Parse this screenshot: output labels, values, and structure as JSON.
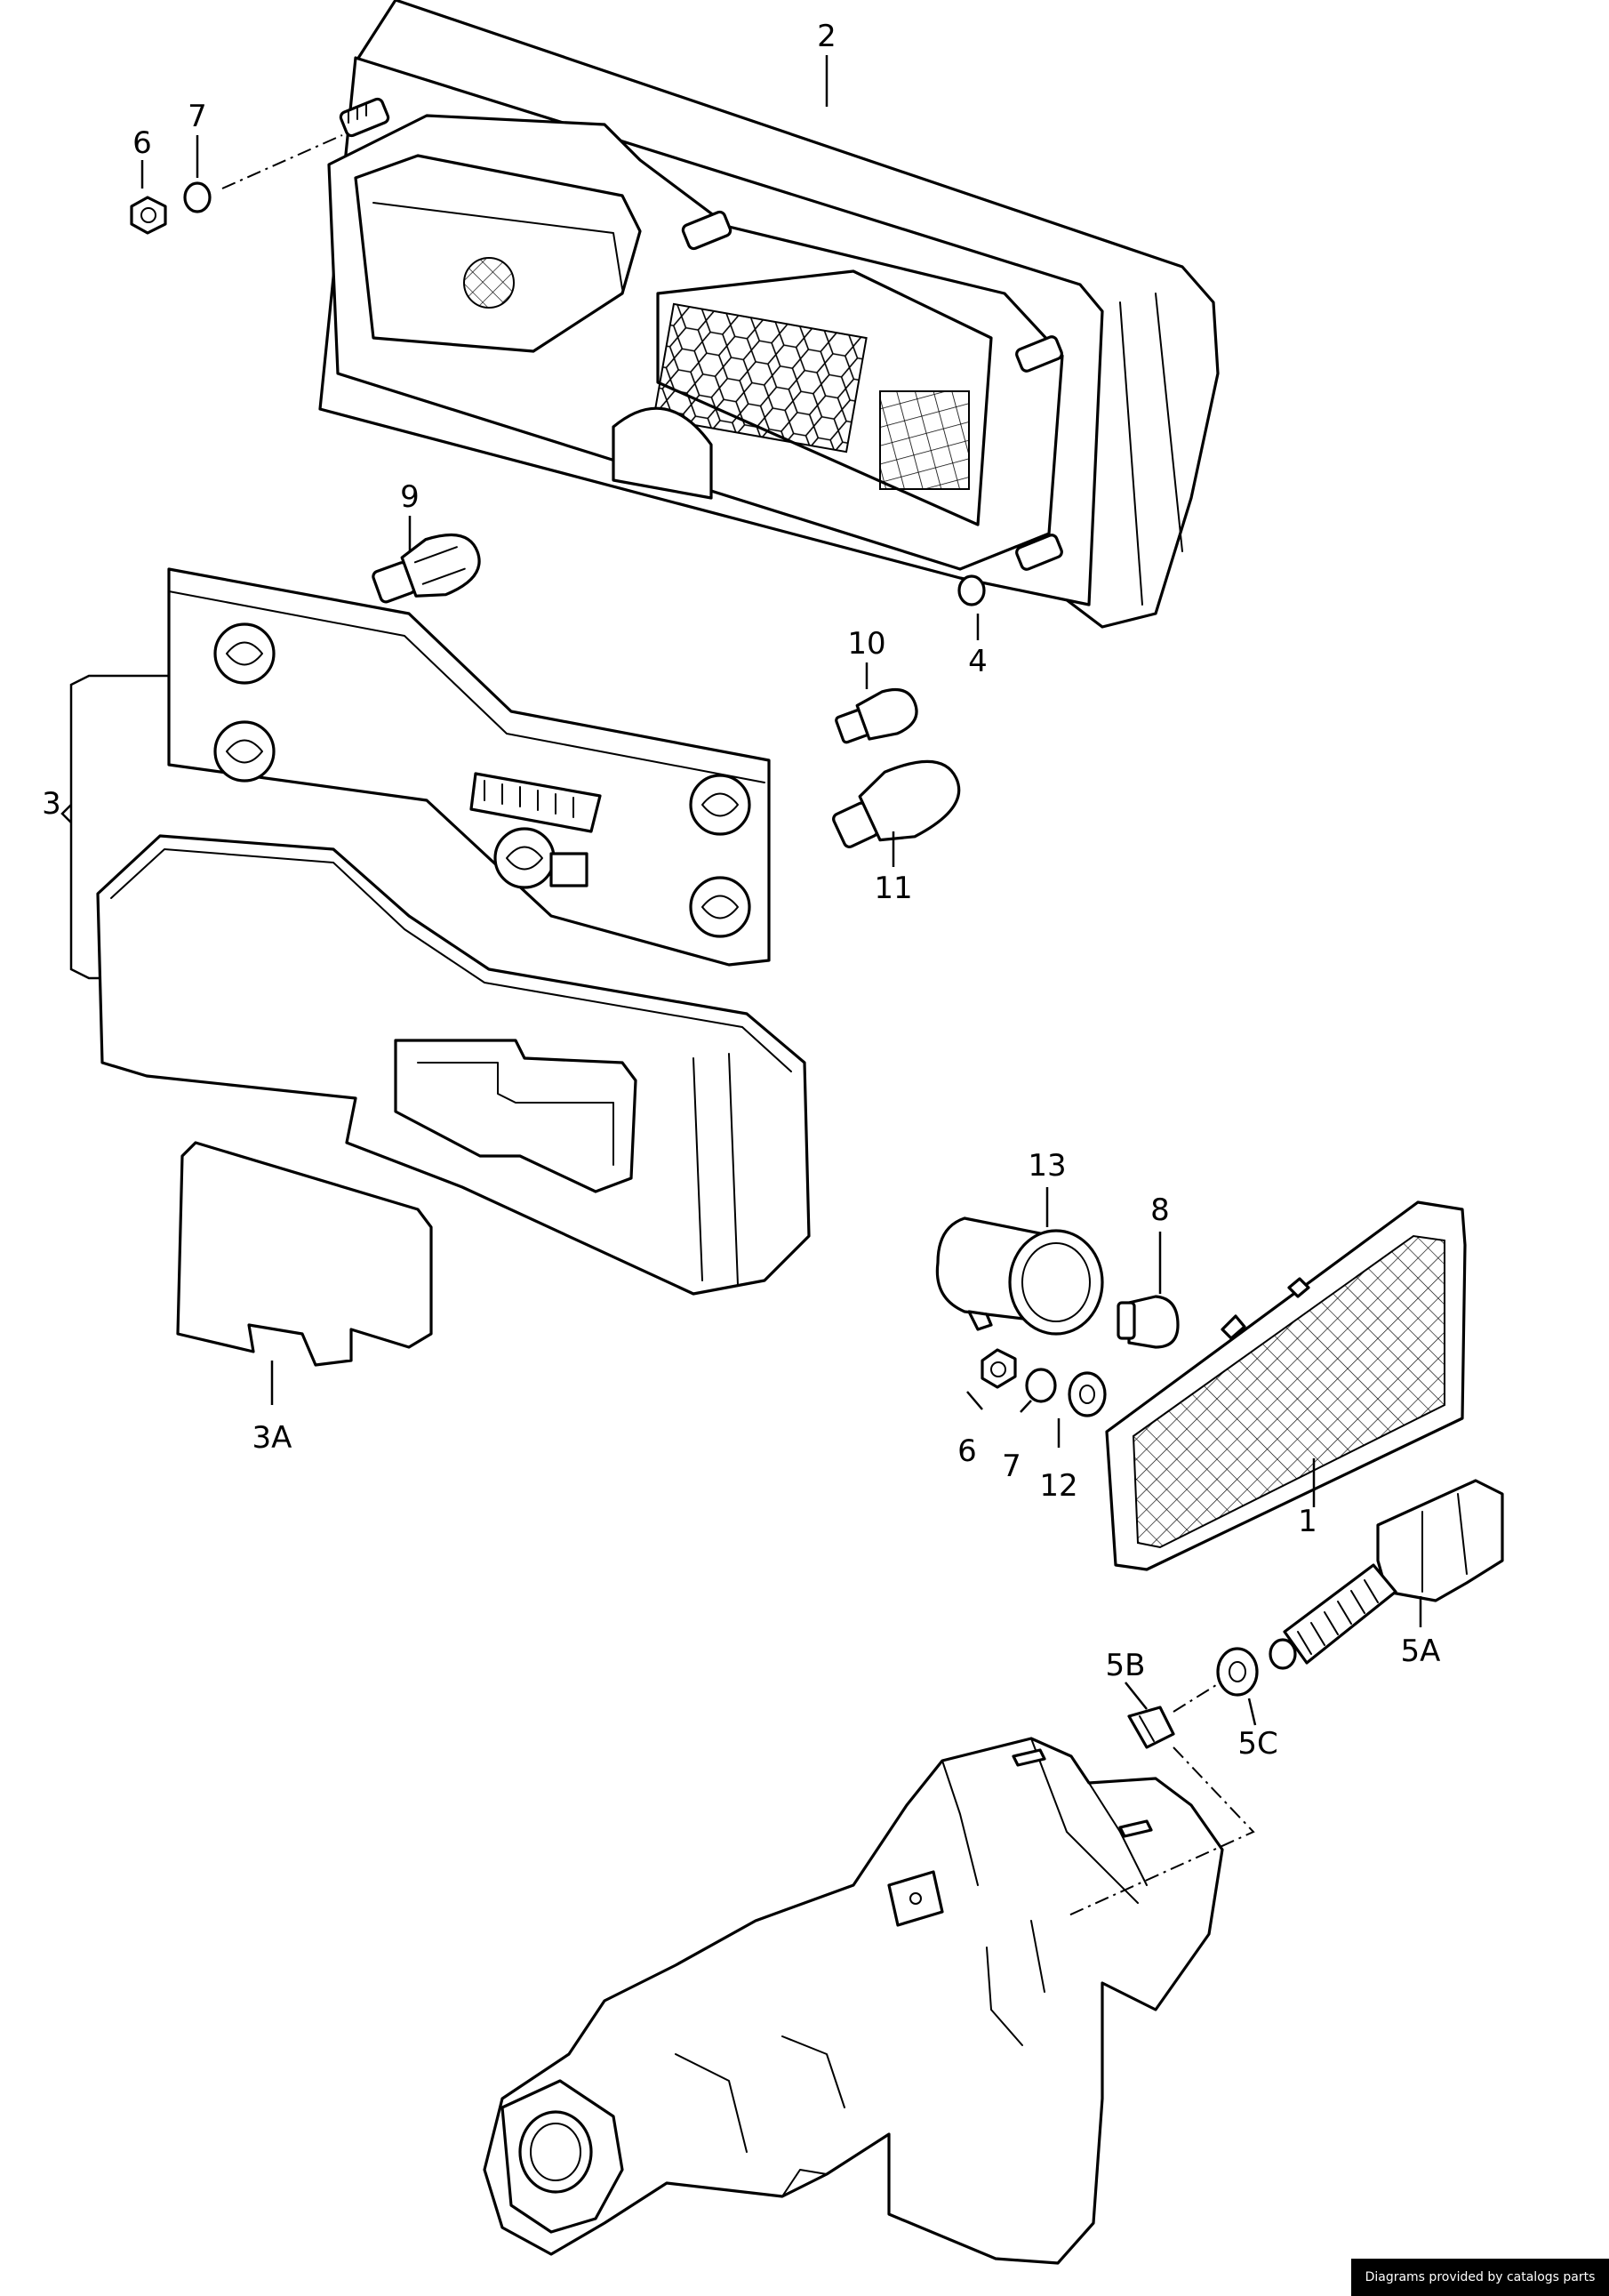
{
  "labels": {
    "p1": "1",
    "p2": "2",
    "p3": "3",
    "p3a": "3A",
    "p4": "4",
    "p5a": "5A",
    "p5b": "5B",
    "p5c": "5C",
    "p6_top": "6",
    "p6_mid": "6",
    "p7_top": "7",
    "p7_mid": "7",
    "p8": "8",
    "p9": "9",
    "p10": "10",
    "p11": "11",
    "p12": "12",
    "p13": "13"
  },
  "credit": "Diagrams provided by catalogs parts"
}
